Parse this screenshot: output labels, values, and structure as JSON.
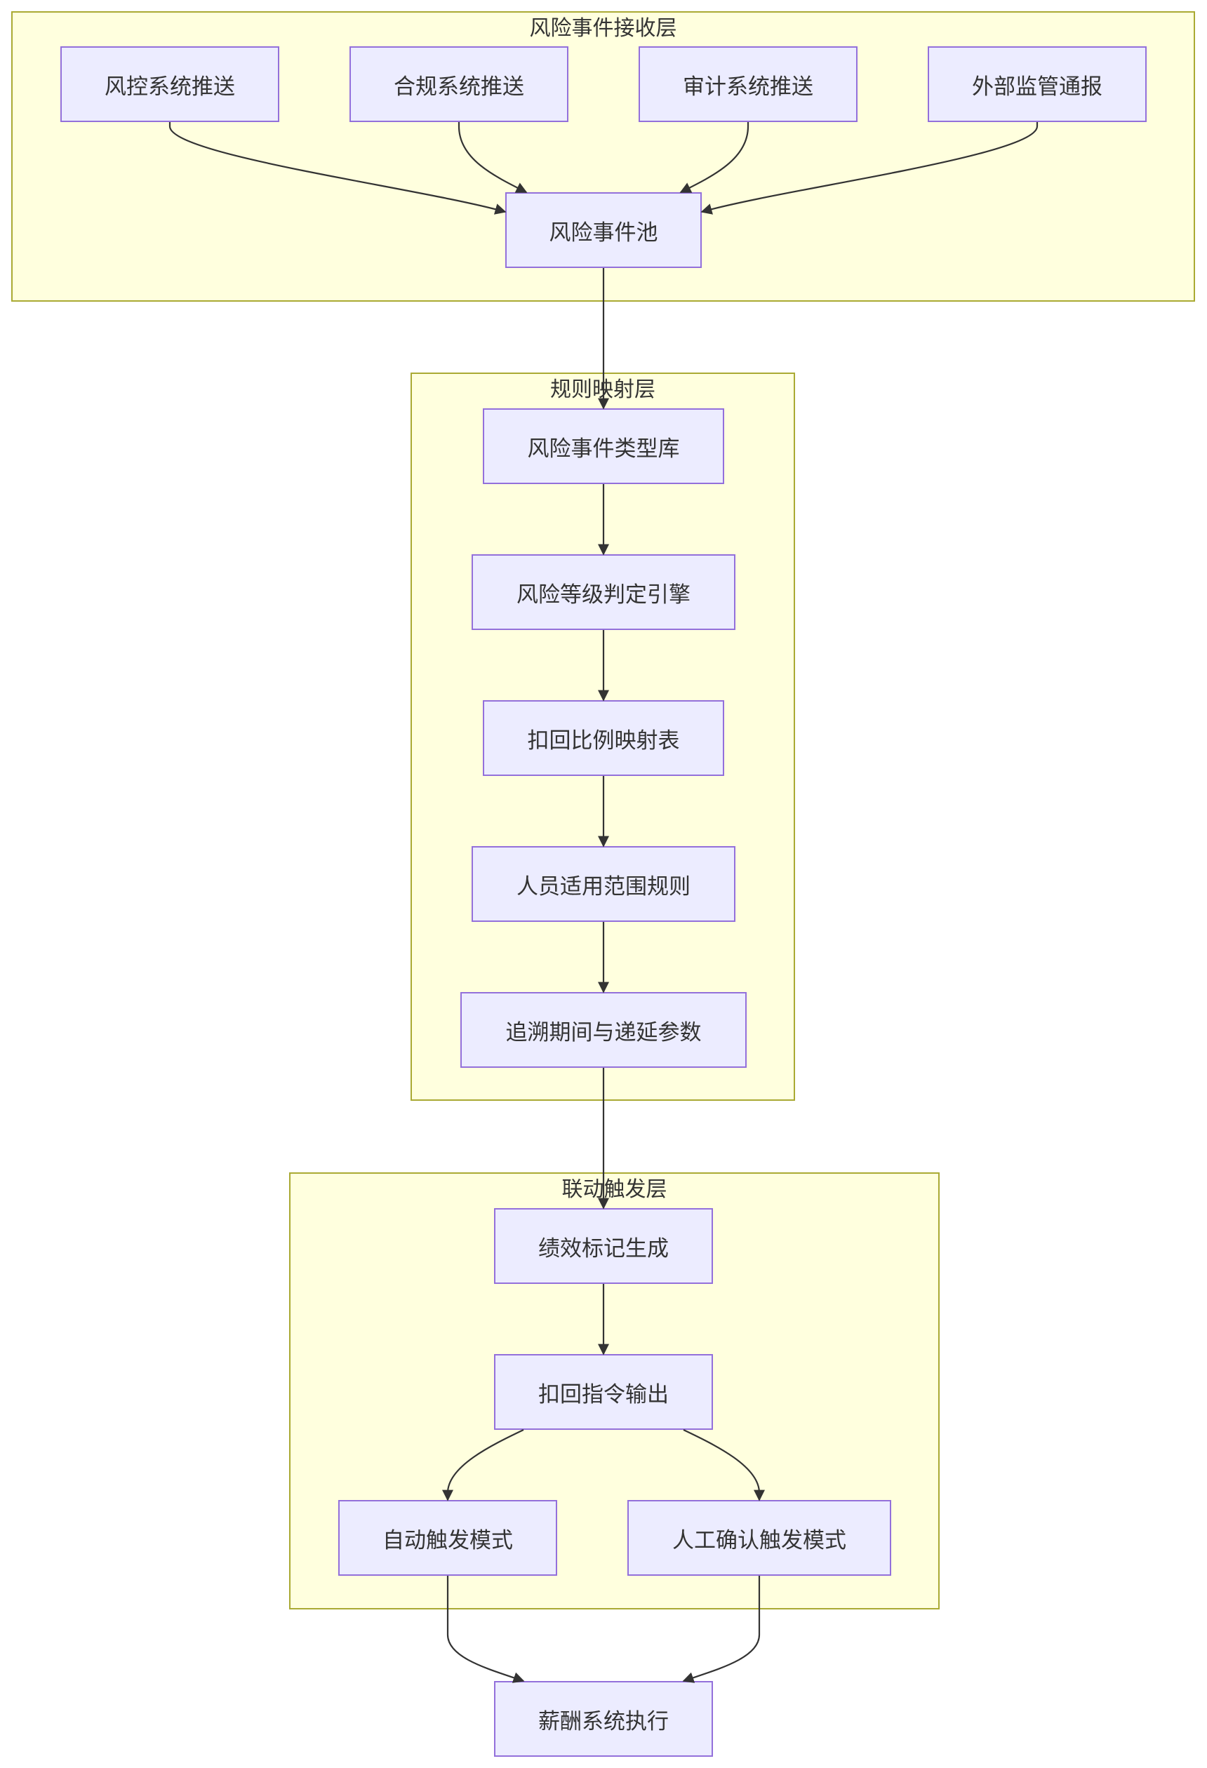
{
  "diagram": {
    "clusters": {
      "receive": {
        "title": "风险事件接收层"
      },
      "mapping": {
        "title": "规则映射层"
      },
      "trigger": {
        "title": "联动触发层"
      }
    },
    "nodes": {
      "risk_control_push": "风控系统推送",
      "compliance_push": "合规系统推送",
      "audit_push": "审计系统推送",
      "regulator_notice": "外部监管通报",
      "risk_event_pool": "风险事件池",
      "risk_event_type_library": "风险事件类型库",
      "risk_level_engine": "风险等级判定引擎",
      "clawback_ratio_table": "扣回比例映射表",
      "personnel_scope_rules": "人员适用范围规则",
      "lookback_deferral_params": "追溯期间与递延参数",
      "performance_flag_generation": "绩效标记生成",
      "clawback_instruction_output": "扣回指令输出",
      "auto_trigger_mode": "自动触发模式",
      "manual_confirm_trigger_mode": "人工确认触发模式",
      "payroll_execution": "薪酬系统执行"
    },
    "colors": {
      "cluster_fill": "#ffffde",
      "cluster_border": "#aaaa33",
      "node_fill": "#ececff",
      "node_border": "#9370db",
      "edge": "#333333",
      "text": "#333333"
    }
  }
}
